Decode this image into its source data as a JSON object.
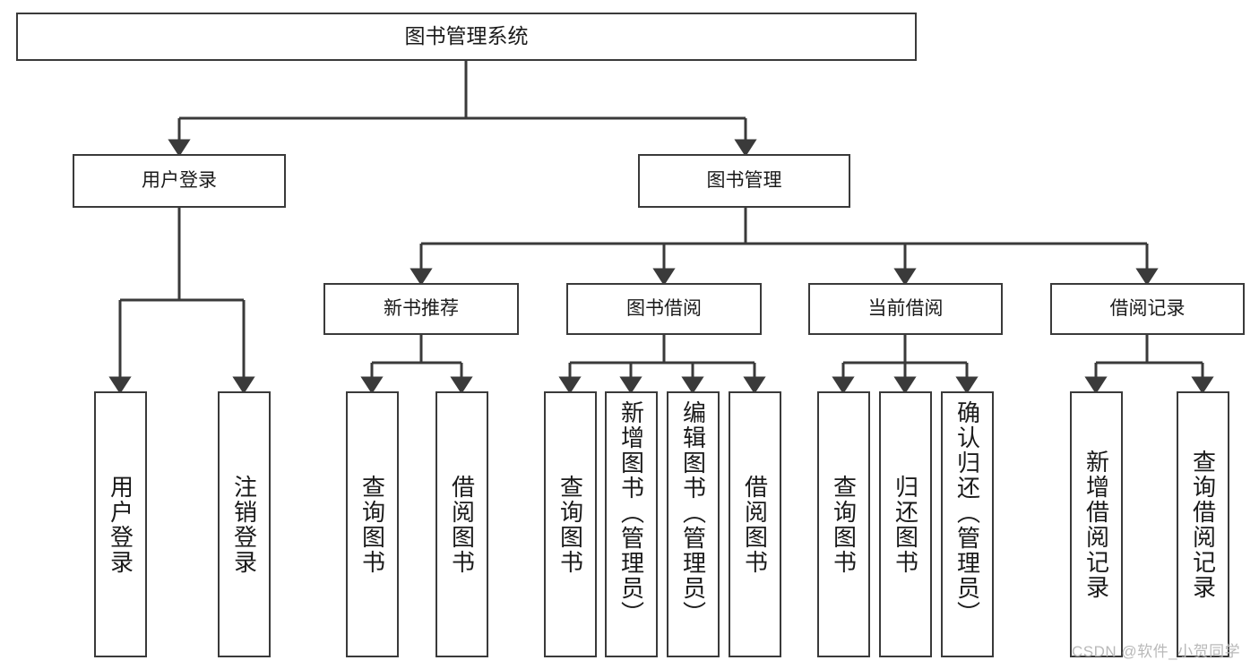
{
  "diagram": {
    "type": "tree-hierarchy",
    "title": "图书管理系统",
    "root": {
      "label": "图书管理系统"
    },
    "level2": [
      {
        "id": "user-login",
        "label": "用户登录"
      },
      {
        "id": "book-mgmt",
        "label": "图书管理"
      }
    ],
    "level3": [
      {
        "id": "new-book-rec",
        "label": "新书推荐"
      },
      {
        "id": "book-borrow",
        "label": "图书借阅"
      },
      {
        "id": "current-borrow",
        "label": "当前借阅"
      },
      {
        "id": "borrow-record",
        "label": "借阅记录"
      }
    ],
    "leaves": {
      "user_login": [
        {
          "id": "leaf-user-login",
          "label": "用户登录"
        },
        {
          "id": "leaf-logout",
          "label": "注销登录"
        }
      ],
      "new_book_rec": [
        {
          "id": "leaf-query-book-1",
          "label": "查询图书"
        },
        {
          "id": "leaf-borrow-book-1",
          "label": "借阅图书"
        }
      ],
      "book_borrow": [
        {
          "id": "leaf-query-book-2",
          "label": "查询图书"
        },
        {
          "id": "leaf-add-book",
          "label": "新增图书（管理员）"
        },
        {
          "id": "leaf-edit-book",
          "label": "编辑图书（管理员）"
        },
        {
          "id": "leaf-borrow-book-2",
          "label": "借阅图书"
        }
      ],
      "current_borrow": [
        {
          "id": "leaf-query-book-3",
          "label": "查询图书"
        },
        {
          "id": "leaf-return-book",
          "label": "归还图书"
        },
        {
          "id": "leaf-confirm-return",
          "label": "确认归还（管理员）"
        }
      ],
      "borrow_record": [
        {
          "id": "leaf-add-record",
          "label": "新增借阅记录"
        },
        {
          "id": "leaf-query-record",
          "label": "查询借阅记录"
        }
      ]
    }
  },
  "watermark": {
    "text": "CSDN @软件_小贺同学"
  },
  "colors": {
    "background": "#ffffff",
    "box_border": "#3a3a3a",
    "box_fill": "#ffffff",
    "connector": "#3a3a3a",
    "text": "#1a1a1a",
    "watermark": "#b9b9b9"
  }
}
